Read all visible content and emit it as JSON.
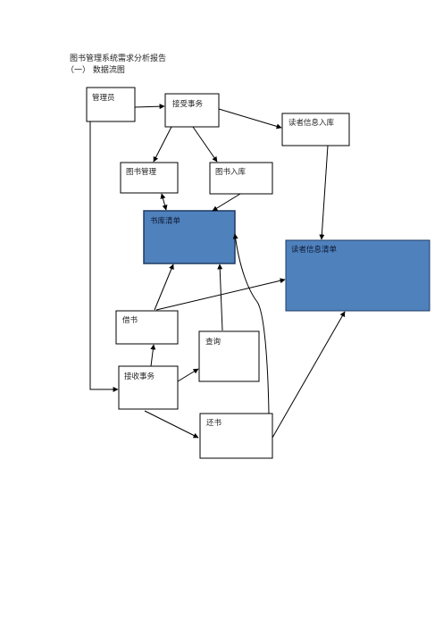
{
  "header": {
    "title": "图书管理系统需求分析报告",
    "subtitle": "（一）   数据流图"
  },
  "nodes": {
    "admin": "管理员",
    "accept_affairs": "接受事务",
    "reader_info_entry": "读者信息入库",
    "book_management": "图书管理",
    "book_entry": "图书入库",
    "library_list": "书库清单",
    "reader_info_list": "读者信息清单",
    "borrow": "借书",
    "query": "查询",
    "receive_affairs": "接收事务",
    "return_book": "还书"
  },
  "colors": {
    "store_fill": "#4f81bd",
    "store_border": "#1f3a63",
    "line": "#000000"
  }
}
